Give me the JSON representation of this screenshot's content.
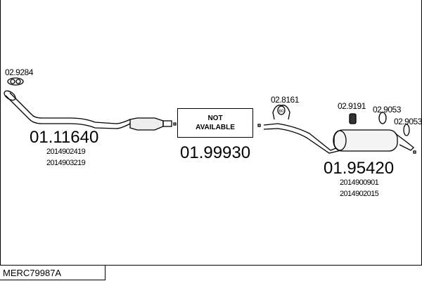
{
  "reference_code": "MERC79987A",
  "parts": [
    {
      "number": "01.11640",
      "oe": [
        "2014902419",
        "2014903219"
      ]
    },
    {
      "number": "01.99930",
      "status_lines": [
        "NOT",
        "AVAILABLE"
      ]
    },
    {
      "number": "01.95420",
      "oe": [
        "2014900901",
        "2014902015"
      ]
    }
  ],
  "accessories": [
    {
      "number": "02.9284"
    },
    {
      "number": "02.8161",
      "marking": "60"
    },
    {
      "number": "02.9191"
    },
    {
      "number": "02.9053"
    },
    {
      "number": "02.9053"
    }
  ]
}
